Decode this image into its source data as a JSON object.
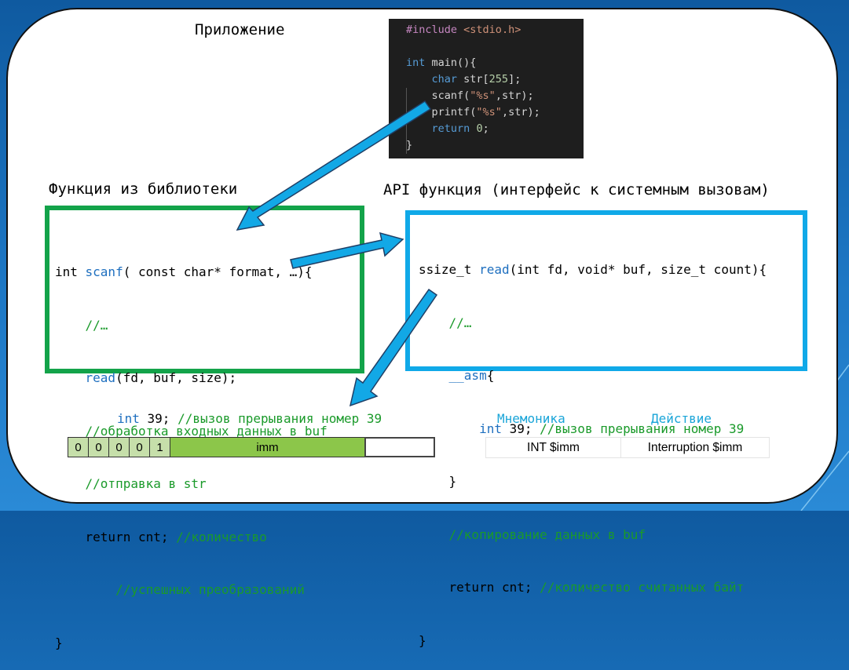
{
  "headings": {
    "application": "Приложение",
    "library_function": "Функция из библиотеки",
    "api_function": "API функция (интерфейс к системным вызовам)"
  },
  "app_code": {
    "include_directive": "#include",
    "include_header": "<stdio.h>",
    "line_main_kw": "int",
    "line_main_rest": " main(){",
    "line_char_kw": "char",
    "line_char_rest": " str[",
    "line_char_num": "255",
    "line_char_end": "];",
    "line_scanf_pre": "scanf(",
    "line_scanf_str": "\"%s\"",
    "line_scanf_post": ",str);",
    "line_printf_pre": "printf(",
    "line_printf_str": "\"%s\"",
    "line_printf_post": ",str);",
    "line_return_kw": "return",
    "line_return_num": "0",
    "line_return_end": ";",
    "line_close": "}"
  },
  "library_code": {
    "sig_pre": "int ",
    "sig_fn": "scanf",
    "sig_post": "( const char* format, …){",
    "c1": "//…",
    "read_fn": "read",
    "read_args": "(fd, buf, size);",
    "c2": "//обработка входных данных в buf",
    "c3": "//отправка в str",
    "ret": "return cnt; ",
    "c4": "//количество",
    "c5": "//успешных преобразований",
    "close": "}"
  },
  "api_code": {
    "sig_pre": "ssize_t ",
    "sig_fn": "read",
    "sig_post": "(int fd, void* buf, size_t count){",
    "c1": "//…",
    "asm_kw": "__asm",
    "asm_brace": "{",
    "int_kw": "int",
    "int_rest": " 39; ",
    "c2": "//вызов прерывания номер 39",
    "brace_close": "}",
    "c3": "//копирование данных в buf",
    "ret": "return cnt; ",
    "c4": "//количество считанных байт",
    "close": "}"
  },
  "instruction": {
    "kw": "int",
    "rest": " 39; ",
    "comment": "//вызов прерывания номер 39",
    "col_mnemonic": "Мнемоника",
    "col_action": "Действие",
    "bits": [
      "0",
      "0",
      "0",
      "0",
      "1"
    ],
    "imm_label": "imm",
    "mnemonic": "INT $imm",
    "action": "Interruption $imm"
  },
  "colors": {
    "green_border": "#13a34a",
    "blue_border": "#10a9e8",
    "arrow_fill": "#12a8e6",
    "comment": "#1a9a2a",
    "keyword": "#1e6fbf"
  }
}
